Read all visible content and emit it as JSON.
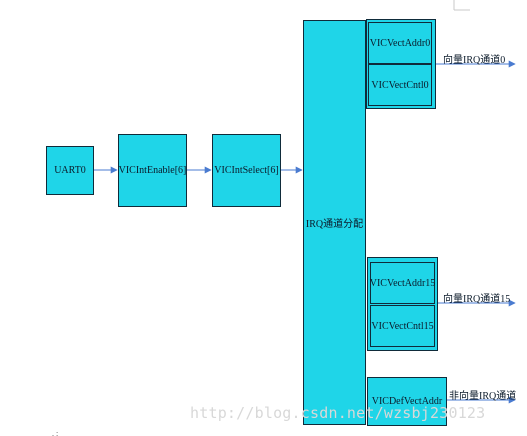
{
  "blocks": {
    "uart": "UART0",
    "int_enable": "VICIntEnable[6]",
    "int_select": "VICIntSelect[6]",
    "irq_dist": "IRQ通道分配",
    "vect_addr0": "VICVectAddr0",
    "vect_cntl0": "VICVectCntl0",
    "vect_addr15": "VICVectAddr15",
    "vect_cntl15": "VICVectCntl15",
    "def_vect_addr": "VICDefVectAddr"
  },
  "labels": {
    "out0": "向量IRQ通道0",
    "out15": "向量IRQ通道15",
    "out_nonvect": "非向量IRQ通道"
  },
  "watermark": "http://blog.csdn.net/wzsbj230123",
  "colors": {
    "block_fill": "#1fd5e8",
    "arrow": "#4a7bd0"
  }
}
